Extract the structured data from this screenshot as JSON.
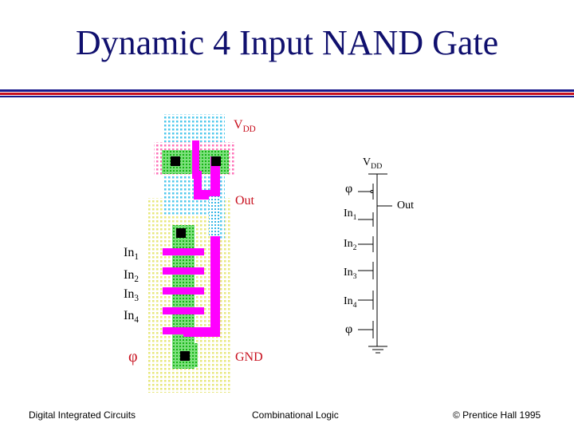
{
  "title": "Dynamic 4 Input NAND Gate",
  "colors": {
    "title": "#10106e",
    "rule_blue": "#1a1a8c",
    "rule_red": "#c8101e",
    "poly": "#ff00ff",
    "metal": "#ff00ff",
    "diffusion": "#2bd12b",
    "pwell": "#f2f28c",
    "nwell": "#6fd6f0",
    "select": "#ff66aa",
    "contact": "#000000",
    "label_red": "#c8101e"
  },
  "layout_labels": {
    "vdd_main": "V",
    "vdd_sub": "DD",
    "out": "Out",
    "in_base": "In",
    "in1": "1",
    "in2": "2",
    "in3": "3",
    "in4": "4",
    "phi": "φ",
    "gnd": "GND"
  },
  "schematic": {
    "vdd_main": "V",
    "vdd_sub": "DD",
    "out": "Out",
    "in_base": "In",
    "in1": "1",
    "in2": "2",
    "in3": "3",
    "in4": "4",
    "phi": "φ"
  },
  "footer": {
    "left": "Digital Integrated Circuits",
    "center": "Combinational Logic",
    "right": "© Prentice Hall 1995"
  }
}
